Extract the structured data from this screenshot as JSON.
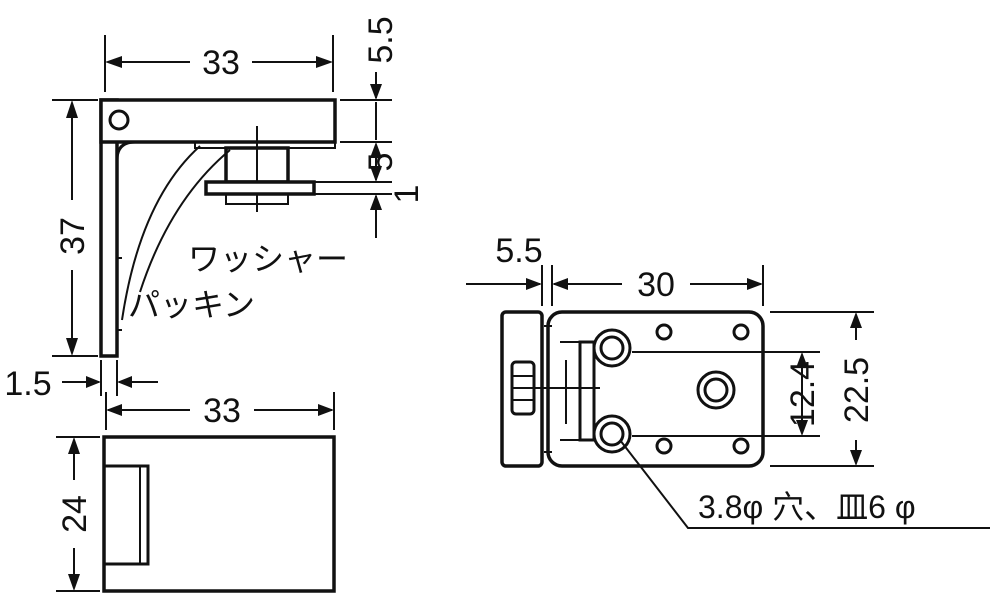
{
  "dimensions": {
    "side_width": "33",
    "top_offset": "5.5",
    "height": "37",
    "gap_5": "5",
    "washer_thickness": "1",
    "sheet_thickness": "1.5",
    "bottom_width": "33",
    "bottom_height": "24",
    "right_offset": "5.5",
    "right_width": "30",
    "hole_pitch": "12.4",
    "right_height": "22.5"
  },
  "labels": {
    "washer": "ワッシャー",
    "packing": "パッキン",
    "hole_note": "3.8φ 穴、皿6 φ"
  },
  "colors": {
    "line": "#111111",
    "background": "#ffffff"
  }
}
